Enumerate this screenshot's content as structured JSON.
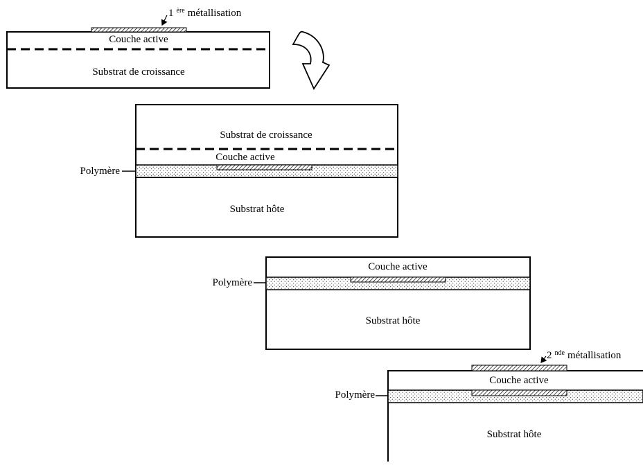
{
  "labels": {
    "couche_active": "Couche active",
    "substrat_croissance": "Substrat de croissance",
    "substrat_hote": "Substrat hôte",
    "polymere": "Polymère",
    "metal1_number": "1",
    "metal1_sup": "ère",
    "metal1_text": "métallisation",
    "metal2_number": "2",
    "metal2_sup": "nde",
    "metal2_text": "métallisation"
  },
  "colors": {
    "stroke": "#000000",
    "background": "#ffffff"
  },
  "icons": {
    "process_arrow": "curved-down-arrow-icon"
  }
}
